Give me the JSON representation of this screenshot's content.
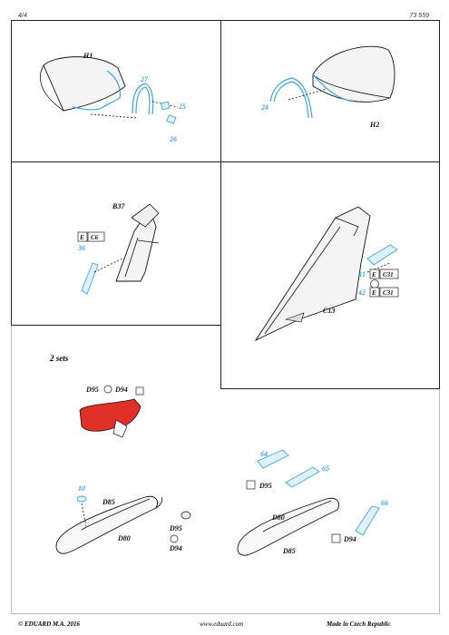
{
  "header": {
    "page": "4/4",
    "kit_number": "73 559"
  },
  "panels": {
    "canopy_front": {
      "part": "H1",
      "pe_parts": [
        "27",
        "25",
        "26"
      ]
    },
    "canopy_rear": {
      "part": "H2",
      "pe_parts": [
        "24"
      ]
    },
    "seat_rail": {
      "part": "B37",
      "color_code": "C6",
      "pe_parts": [
        "36"
      ]
    },
    "fin": {
      "part": "C13",
      "color_code": "C31",
      "pe_parts": [
        "41",
        "42"
      ]
    },
    "tanks": {
      "note": "2 sets",
      "red_part": {
        "labels": [
          "D95",
          "D94"
        ]
      },
      "tank_left": {
        "labels": [
          "D85",
          "D80",
          "D95",
          "D94"
        ],
        "pe_parts": [
          "10"
        ]
      },
      "tank_right": {
        "labels": [
          "D80",
          "D85",
          "D95",
          "D94"
        ],
        "pe_parts": [
          "64",
          "65",
          "66"
        ]
      }
    }
  },
  "colors": {
    "pe_blue": "#3aa8e0",
    "highlight_red": "#e03027"
  },
  "footer": {
    "copyright": "© EDUARD  M.A. 2016",
    "website": "www.eduard.com",
    "made_in": "Made in Czech Republic"
  }
}
